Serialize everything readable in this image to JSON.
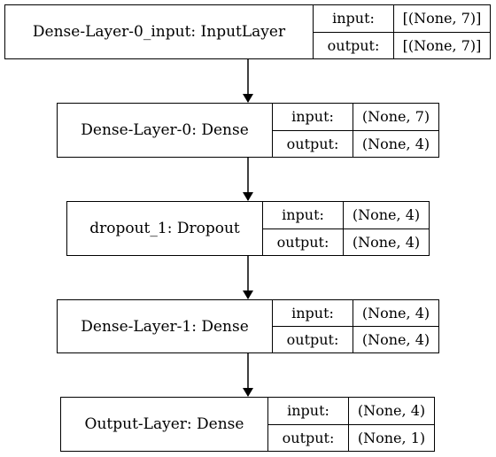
{
  "diagram": {
    "input_label": "input:",
    "output_label": "output:",
    "layers": [
      {
        "name": "Dense-Layer-0_input: InputLayer",
        "input": "[(None, 7)]",
        "output": "[(None, 7)]"
      },
      {
        "name": "Dense-Layer-0: Dense",
        "input": "(None, 7)",
        "output": "(None, 4)"
      },
      {
        "name": "dropout_1: Dropout",
        "input": "(None, 4)",
        "output": "(None, 4)"
      },
      {
        "name": "Dense-Layer-1: Dense",
        "input": "(None, 4)",
        "output": "(None, 4)"
      },
      {
        "name": "Output-Layer: Dense",
        "input": "(None, 4)",
        "output": "(None, 1)"
      }
    ],
    "edge_color": "#000000"
  }
}
